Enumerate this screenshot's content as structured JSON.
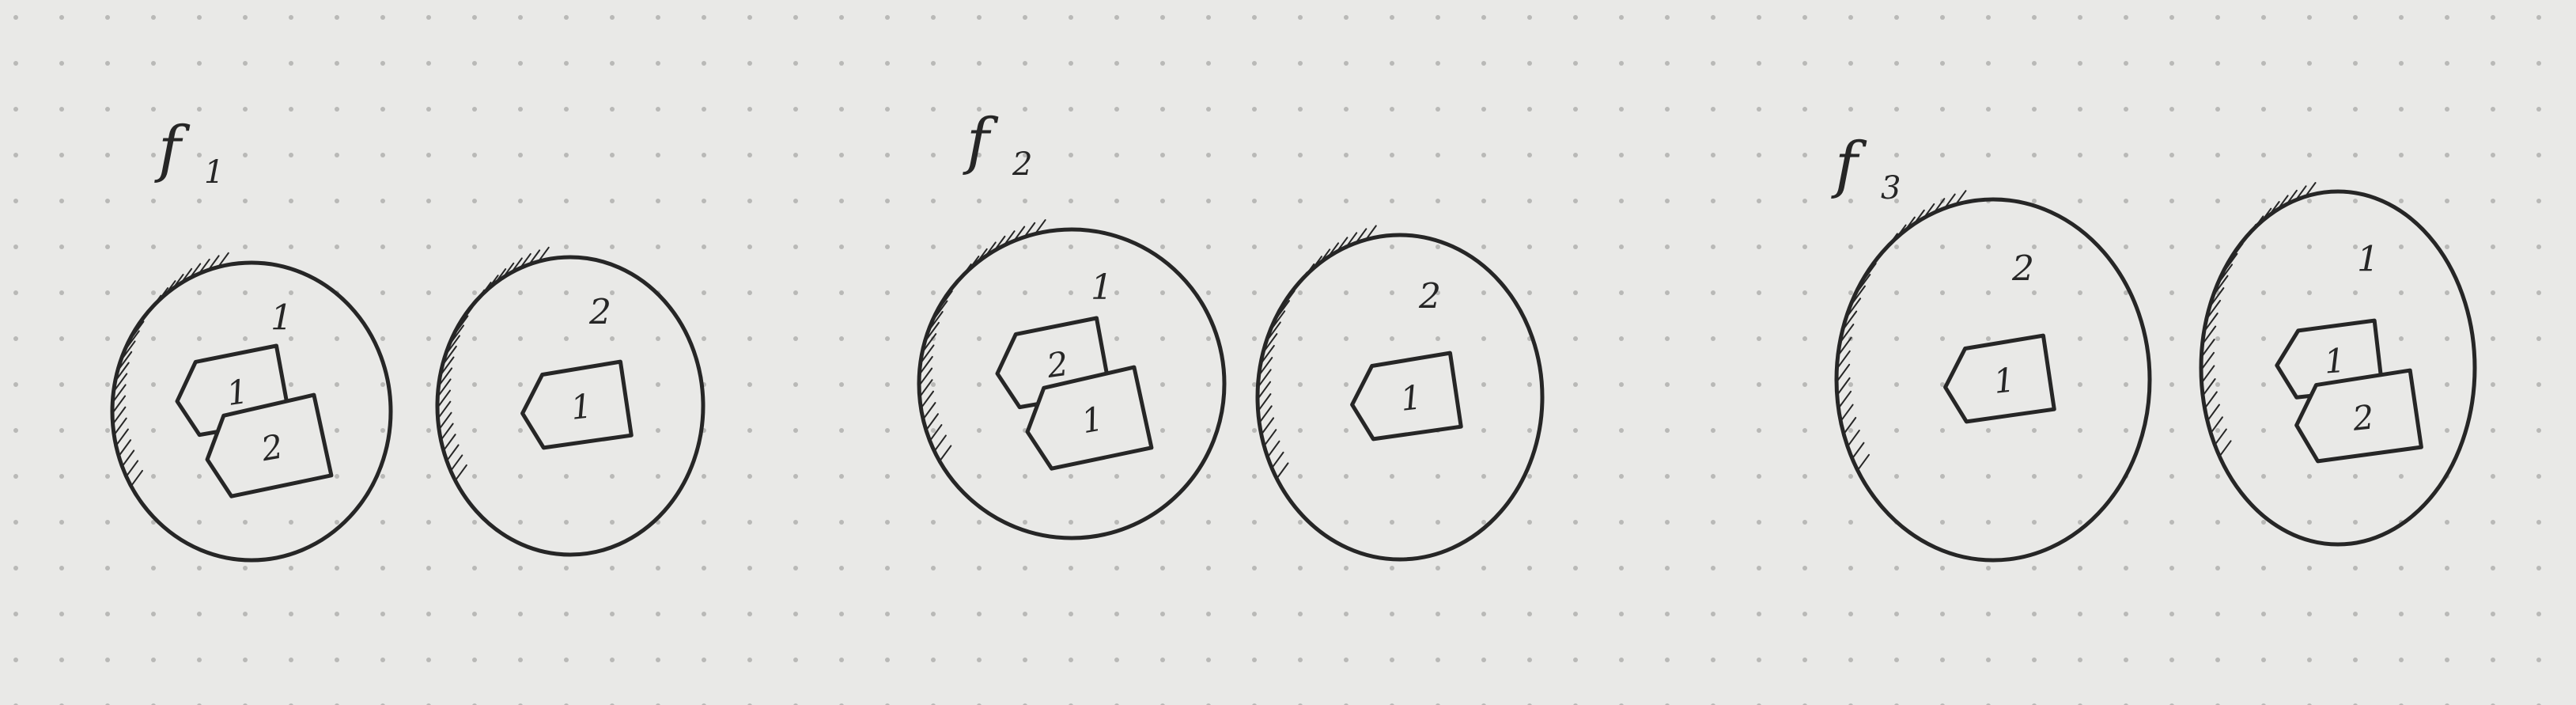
{
  "paper": {
    "background": "#e9e9e7",
    "dot_color": "#b9b9b7",
    "ink_color": "#262626"
  },
  "figures": [
    {
      "label": {
        "letter": "f",
        "sub": "1"
      },
      "discs": [
        {
          "label": "1",
          "cards": [
            {
              "label": "1"
            },
            {
              "label": "2"
            }
          ]
        },
        {
          "label": "2",
          "cards": [
            {
              "label": "1"
            }
          ]
        }
      ]
    },
    {
      "label": {
        "letter": "f",
        "sub": "2"
      },
      "discs": [
        {
          "label": "1",
          "cards": [
            {
              "label": "2"
            },
            {
              "label": "1"
            }
          ]
        },
        {
          "label": "2",
          "cards": [
            {
              "label": "1"
            }
          ]
        }
      ]
    },
    {
      "label": {
        "letter": "f",
        "sub": "3"
      },
      "discs": [
        {
          "label": "2",
          "cards": [
            {
              "label": "1"
            }
          ]
        },
        {
          "label": "1",
          "cards": [
            {
              "label": "1"
            },
            {
              "label": "2"
            }
          ]
        }
      ]
    }
  ]
}
